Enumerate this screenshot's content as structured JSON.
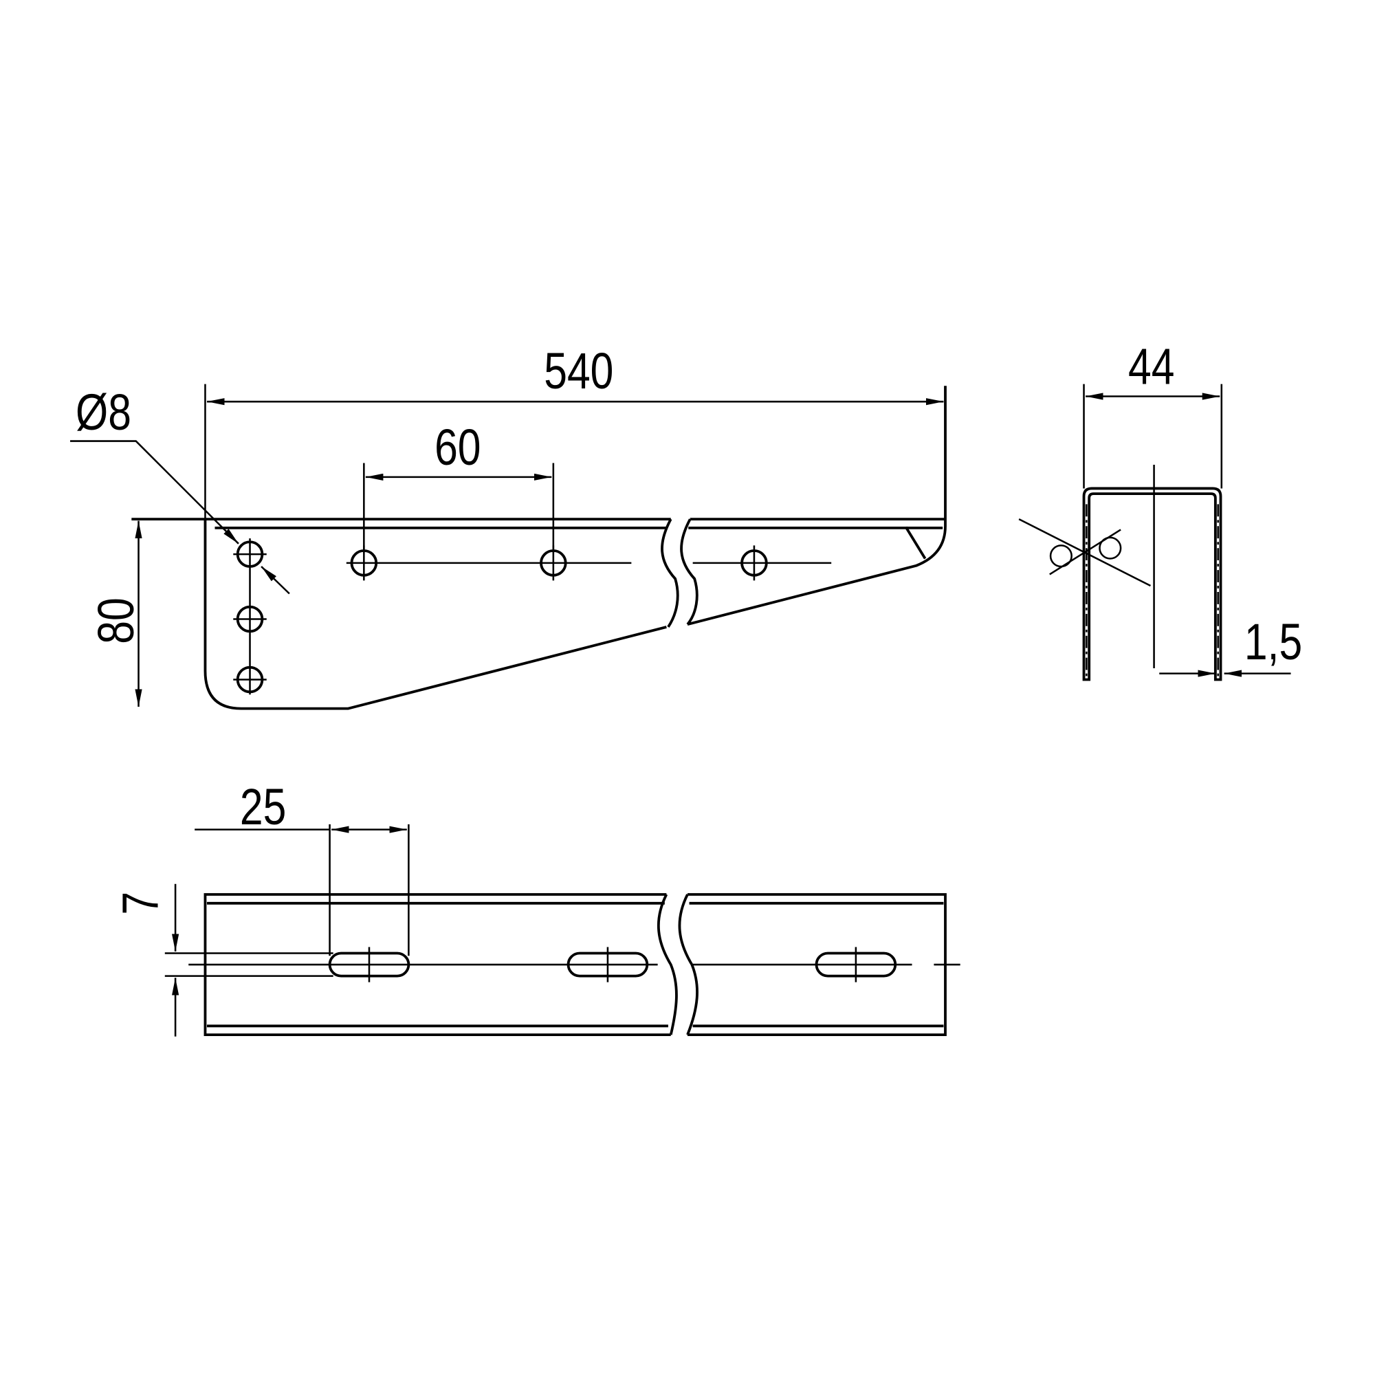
{
  "drawing": {
    "colors": {
      "line": "#000000",
      "background": "#ffffff"
    },
    "side_view": {
      "length_dim": "540",
      "hole_spacing_dim": "60",
      "hole_diameter_dim": "Ø8",
      "height_dim": "80"
    },
    "end_view": {
      "width_dim": "44",
      "thickness_dim": "1,5"
    },
    "top_view": {
      "slot_length_dim": "25",
      "slot_width_dim": "7"
    }
  }
}
